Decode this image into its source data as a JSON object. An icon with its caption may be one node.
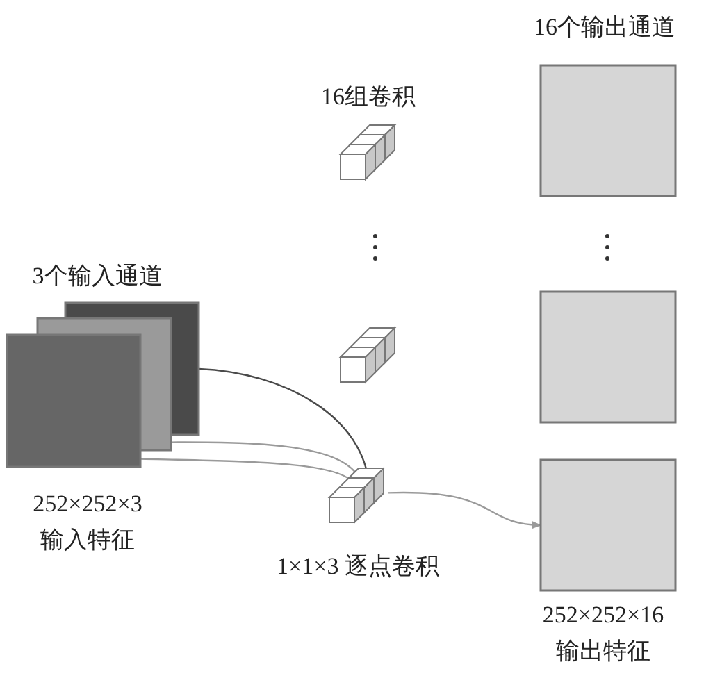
{
  "diagram": {
    "nodes": [
      {
        "text": [],
        "shape": "box",
        "beside": [
          "3个输入通道"
        ]
      },
      {
        "text": [],
        "shape": "box"
      },
      {
        "text": [],
        "shape": "box",
        "beside": [
          "252×252×3 输入特征"
        ]
      },
      {
        "text": [],
        "shape": "cube",
        "beside": [
          "16组卷积"
        ]
      },
      {
        "text": [],
        "shape": "cube"
      },
      {
        "text": [],
        "shape": "cube",
        "beside": [
          "1×1×3 逐点卷积"
        ]
      },
      {
        "text": [],
        "shape": "box",
        "beside": [
          "16个输出通道"
        ]
      },
      {
        "text": [],
        "shape": "box"
      },
      {
        "text": [],
        "shape": "box",
        "beside": [
          "252×252×16 输出特征"
        ]
      }
    ],
    "edges": [
      {
        "from": 0,
        "to": 5,
        "arrow": "to",
        "color": "#4a4a4a"
      },
      {
        "from": 1,
        "to": 5,
        "arrow": "to"
      },
      {
        "from": 2,
        "to": 5,
        "arrow": "to"
      },
      {
        "from": 5,
        "to": 8,
        "arrow": "to"
      }
    ]
  }
}
